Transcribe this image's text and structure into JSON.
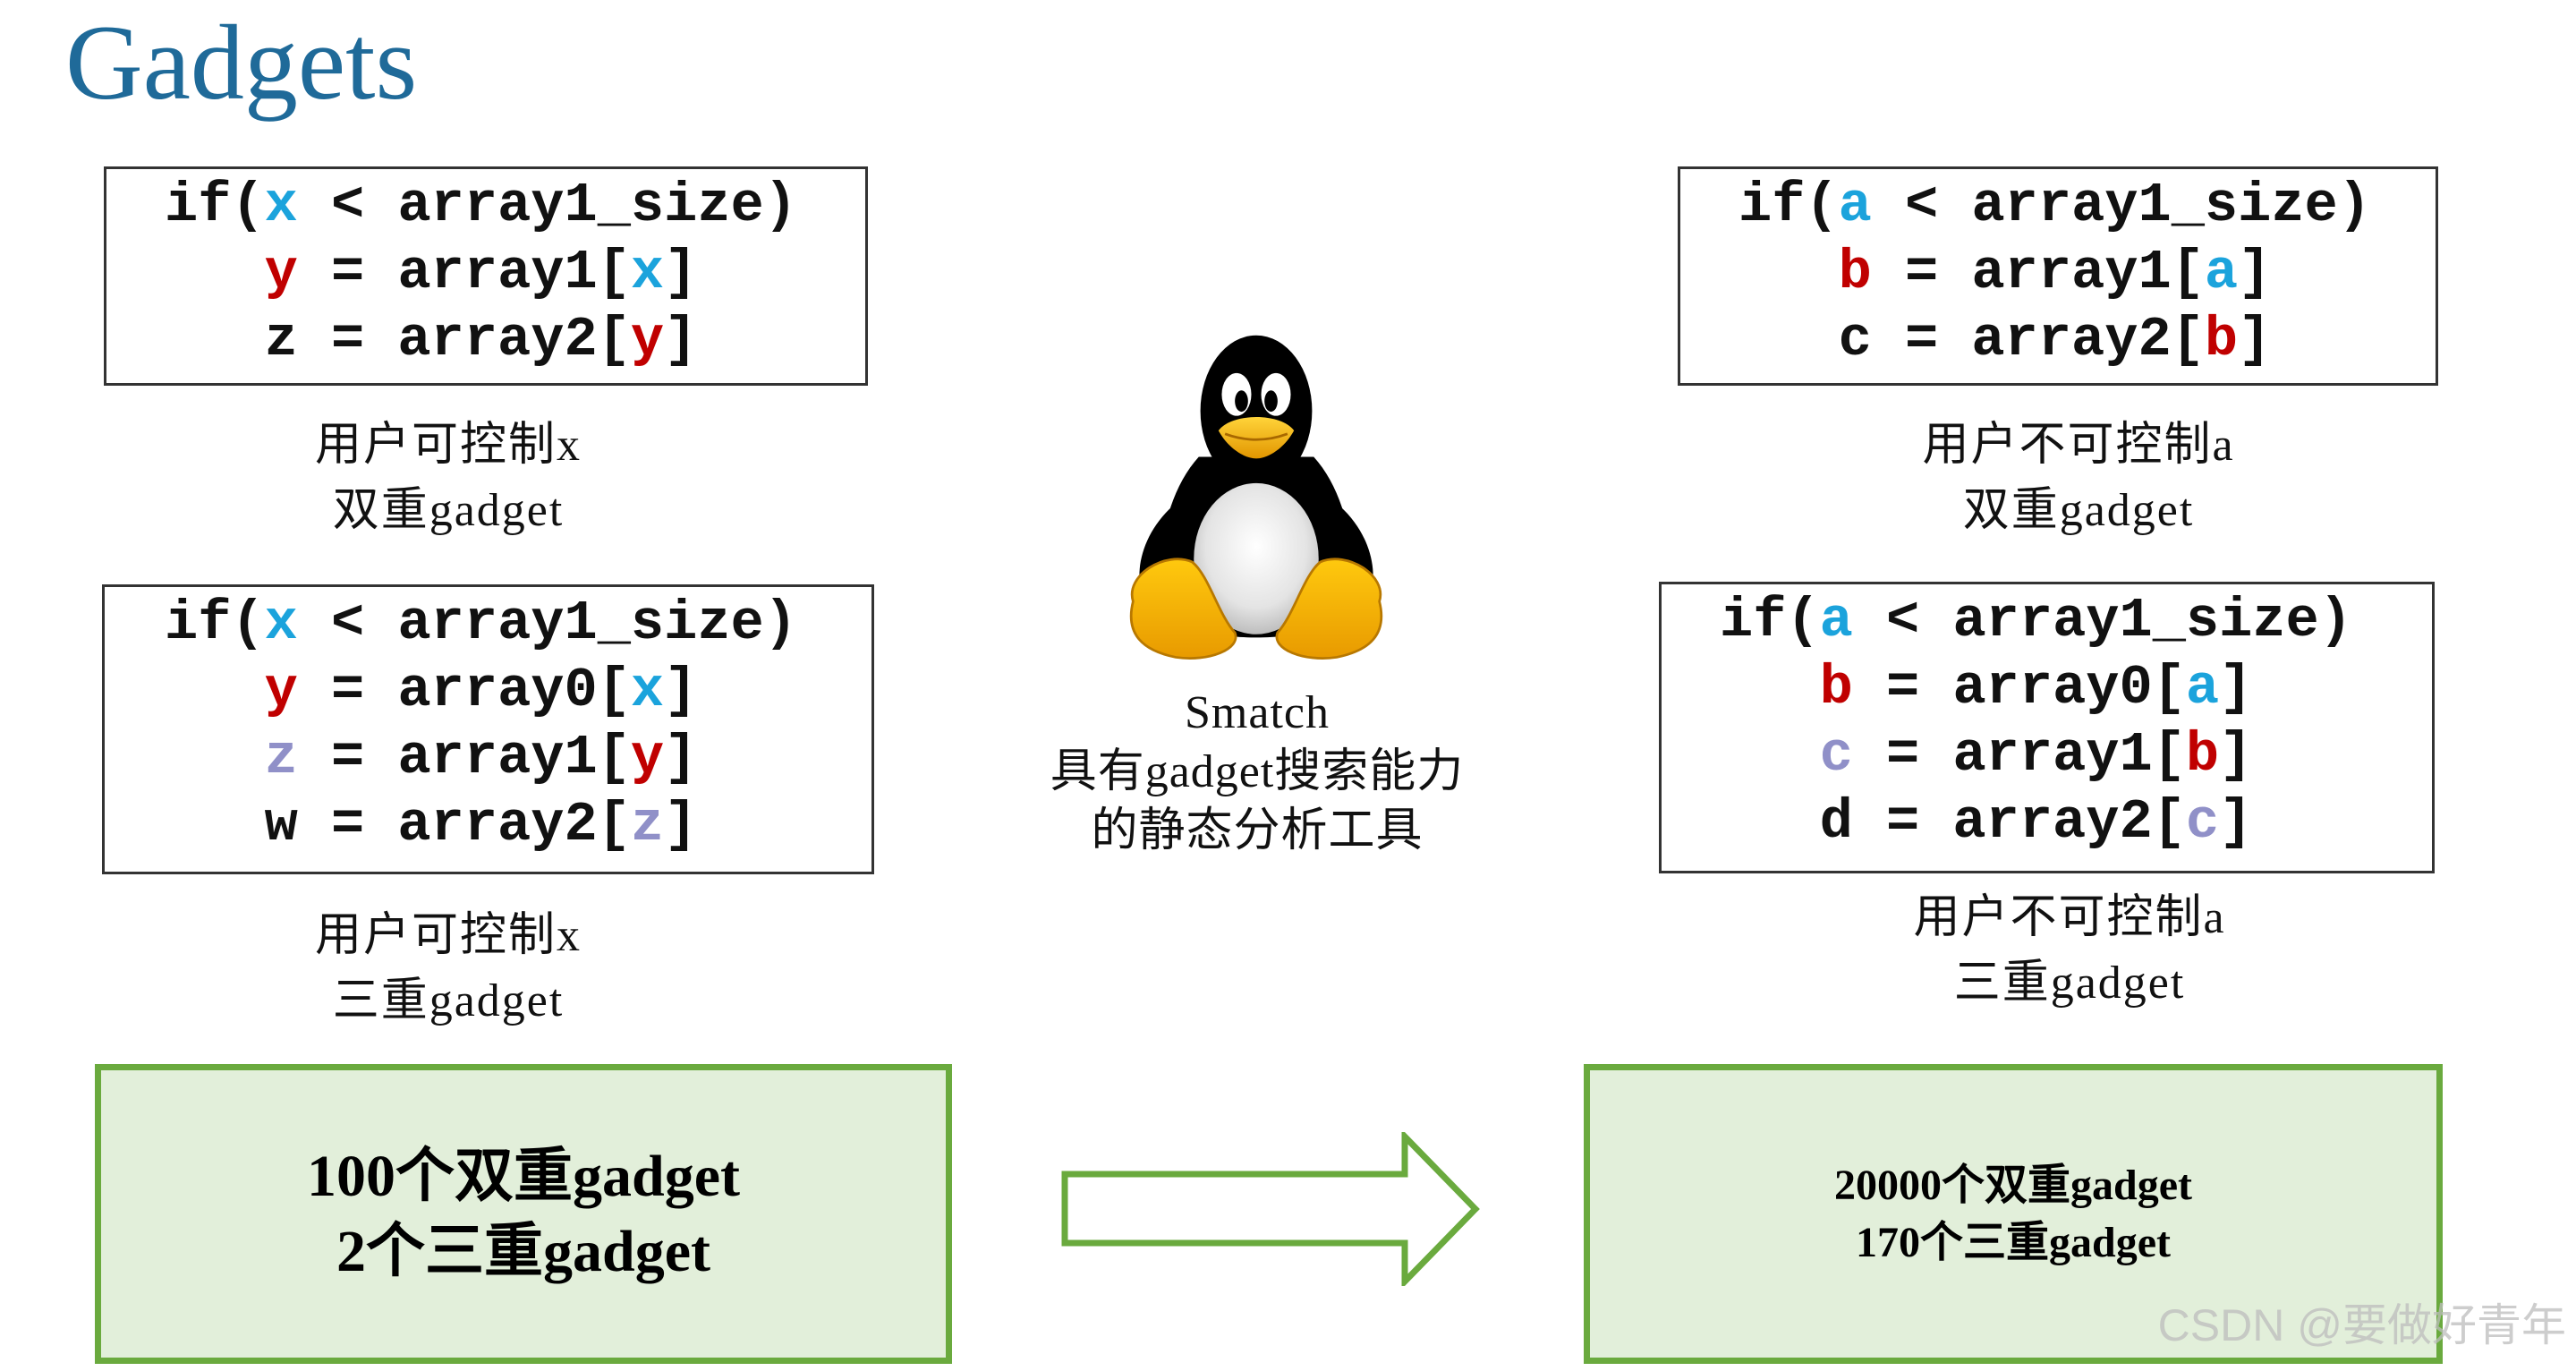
{
  "title": "Gadgets",
  "colors": {
    "title": "#1F6A99",
    "code_text": "#111111",
    "box_fill": "#E2EFDA",
    "box_border": "#6AAA3E",
    "arrow": "#6AAA3E",
    "watermark": "#BDBDBD"
  },
  "icons": {
    "mascot": "tux-penguin-icon",
    "flow": "right-arrow-icon"
  },
  "panels": {
    "left_double": {
      "code": [
        [
          {
            "t": "if("
          },
          {
            "t": "x",
            "color": "#1BA3DC"
          },
          {
            "t": " < array1_size)"
          }
        ],
        [
          {
            "t": "y",
            "color": "#C00000"
          },
          {
            "t": " = array1["
          },
          {
            "t": "x",
            "color": "#1BA3DC"
          },
          {
            "t": "]"
          }
        ],
        [
          {
            "t": "z = array2["
          },
          {
            "t": "y",
            "color": "#C00000"
          },
          {
            "t": "]"
          }
        ]
      ],
      "caption": {
        "line1": "用户可控制x",
        "line2": "双重gadget"
      }
    },
    "left_triple": {
      "code": [
        [
          {
            "t": "if("
          },
          {
            "t": "x",
            "color": "#1BA3DC"
          },
          {
            "t": " < array1_size)"
          }
        ],
        [
          {
            "t": "y",
            "color": "#C00000"
          },
          {
            "t": " = array0["
          },
          {
            "t": "x",
            "color": "#1BA3DC"
          },
          {
            "t": "]"
          }
        ],
        [
          {
            "t": "z",
            "color": "#9090C8"
          },
          {
            "t": " = array1["
          },
          {
            "t": "y",
            "color": "#C00000"
          },
          {
            "t": "]"
          }
        ],
        [
          {
            "t": "w = array2["
          },
          {
            "t": "z",
            "color": "#9090C8"
          },
          {
            "t": "]"
          }
        ]
      ],
      "caption": {
        "line1": "用户可控制x",
        "line2": "三重gadget"
      }
    },
    "right_double": {
      "code": [
        [
          {
            "t": "if("
          },
          {
            "t": "a",
            "color": "#1BA3DC"
          },
          {
            "t": " < array1_size)"
          }
        ],
        [
          {
            "t": "b",
            "color": "#C00000"
          },
          {
            "t": " = array1["
          },
          {
            "t": "a",
            "color": "#1BA3DC"
          },
          {
            "t": "]"
          }
        ],
        [
          {
            "t": "c = array2["
          },
          {
            "t": "b",
            "color": "#C00000"
          },
          {
            "t": "]"
          }
        ]
      ],
      "caption": {
        "line1": "用户不可控制a",
        "line2": "双重gadget"
      }
    },
    "right_triple": {
      "code": [
        [
          {
            "t": "if("
          },
          {
            "t": "a",
            "color": "#1BA3DC"
          },
          {
            "t": " < array1_size)"
          }
        ],
        [
          {
            "t": "b",
            "color": "#C00000"
          },
          {
            "t": " = array0["
          },
          {
            "t": "a",
            "color": "#1BA3DC"
          },
          {
            "t": "]"
          }
        ],
        [
          {
            "t": "c",
            "color": "#9090C8"
          },
          {
            "t": " = array1["
          },
          {
            "t": "b",
            "color": "#C00000"
          },
          {
            "t": "]"
          }
        ],
        [
          {
            "t": "d = array2["
          },
          {
            "t": "c",
            "color": "#9090C8"
          },
          {
            "t": "]"
          }
        ]
      ],
      "caption": {
        "line1": "用户不可控制a",
        "line2": "三重gadget"
      }
    }
  },
  "tool": {
    "name": "Smatch",
    "desc_line1": "具有gadget搜索能力",
    "desc_line2": "的静态分析工具"
  },
  "summary": {
    "before": {
      "line1": "100个双重gadget",
      "line2": "2个三重gadget"
    },
    "after": {
      "line1": "20000个双重gadget",
      "line2": "170个三重gadget"
    }
  },
  "watermark": "CSDN @要做好青年"
}
